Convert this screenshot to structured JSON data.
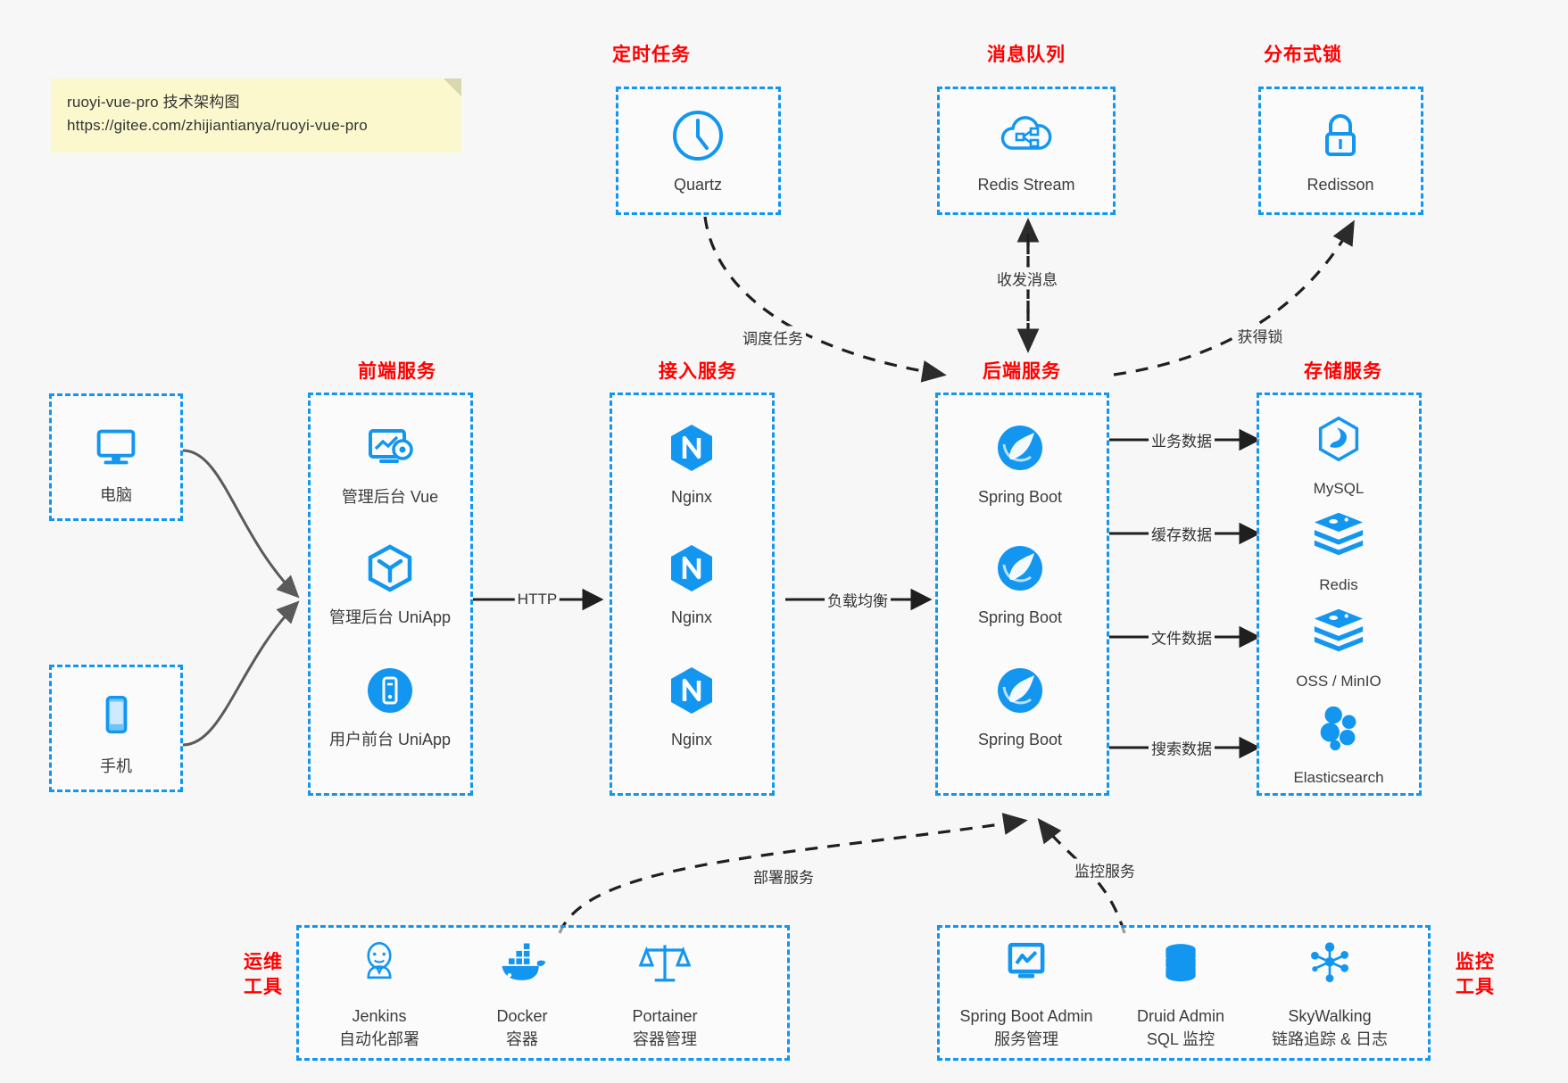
{
  "note": {
    "line1": "ruoyi-vue-pro 技术架构图",
    "line2": "https://gitee.com/zhijiantianya/ruoyi-vue-pro"
  },
  "colors": {
    "accent_blue": "#1296f0",
    "title_red": "#ff0000",
    "note_yellow": "#fbf8cd",
    "background": "#f7f7f7",
    "arrow_gray": "#5a5a5a",
    "text": "#3c3c3c"
  },
  "groups": {
    "scheduler": {
      "title": "定时任务"
    },
    "mq": {
      "title": "消息队列"
    },
    "lock": {
      "title": "分布式锁"
    },
    "frontend": {
      "title": "前端服务"
    },
    "gateway": {
      "title": "接入服务"
    },
    "backend": {
      "title": "后端服务"
    },
    "storage": {
      "title": "存储服务"
    },
    "devops": {
      "title": "运维\n工具"
    },
    "monitor": {
      "title": "监控\n工具"
    }
  },
  "nodes": {
    "quartz": {
      "label": "Quartz",
      "icon": "clock-icon"
    },
    "redis_stream": {
      "label": "Redis Stream",
      "icon": "cloud-stream-icon"
    },
    "redisson": {
      "label": "Redisson",
      "icon": "lock-icon"
    },
    "pc": {
      "label": "电脑",
      "icon": "desktop-icon"
    },
    "phone": {
      "label": "手机",
      "icon": "mobile-icon"
    },
    "admin_vue": {
      "label": "管理后台 Vue",
      "icon": "dashboard-gear-icon"
    },
    "admin_uniapp": {
      "label": "管理后台 UniApp",
      "icon": "cube-icon"
    },
    "user_uniapp": {
      "label": "用户前台 UniApp",
      "icon": "app-circle-icon"
    },
    "nginx1": {
      "label": "Nginx",
      "icon": "nginx-icon"
    },
    "nginx2": {
      "label": "Nginx",
      "icon": "nginx-icon"
    },
    "nginx3": {
      "label": "Nginx",
      "icon": "nginx-icon"
    },
    "springboot1": {
      "label": "Spring Boot",
      "icon": "spring-leaf-icon"
    },
    "springboot2": {
      "label": "Spring Boot",
      "icon": "spring-leaf-icon"
    },
    "springboot3": {
      "label": "Spring Boot",
      "icon": "spring-leaf-icon"
    },
    "mysql": {
      "label": "MySQL",
      "icon": "mysql-dolphin-icon"
    },
    "redis": {
      "label": "Redis",
      "icon": "redis-stack-icon"
    },
    "oss": {
      "label": "OSS / MinIO",
      "icon": "redis-stack-icon"
    },
    "es": {
      "label": "Elasticsearch",
      "icon": "elasticsearch-icon"
    },
    "jenkins": {
      "label": "Jenkins\n自动化部署",
      "icon": "jenkins-butler-icon"
    },
    "docker": {
      "label": "Docker\n容器",
      "icon": "docker-whale-icon"
    },
    "portainer": {
      "label": "Portainer\n容器管理",
      "icon": "scales-icon"
    },
    "sba": {
      "label": "Spring Boot Admin\n服务管理",
      "icon": "monitor-chart-icon"
    },
    "druid": {
      "label": "Druid Admin\nSQL 监控",
      "icon": "database-icon"
    },
    "skywalking": {
      "label": "SkyWalking\n链路追踪 & 日志",
      "icon": "nodes-network-icon"
    }
  },
  "edges": {
    "http": "HTTP",
    "load_balance": "负载均衡",
    "schedule_task": "调度任务",
    "send_receive_message": "收发消息",
    "acquire_lock": "获得锁",
    "business_data": "业务数据",
    "cache_data": "缓存数据",
    "file_data": "文件数据",
    "search_data": "搜索数据",
    "deploy_service": "部署服务",
    "monitor_service": "监控服务"
  }
}
